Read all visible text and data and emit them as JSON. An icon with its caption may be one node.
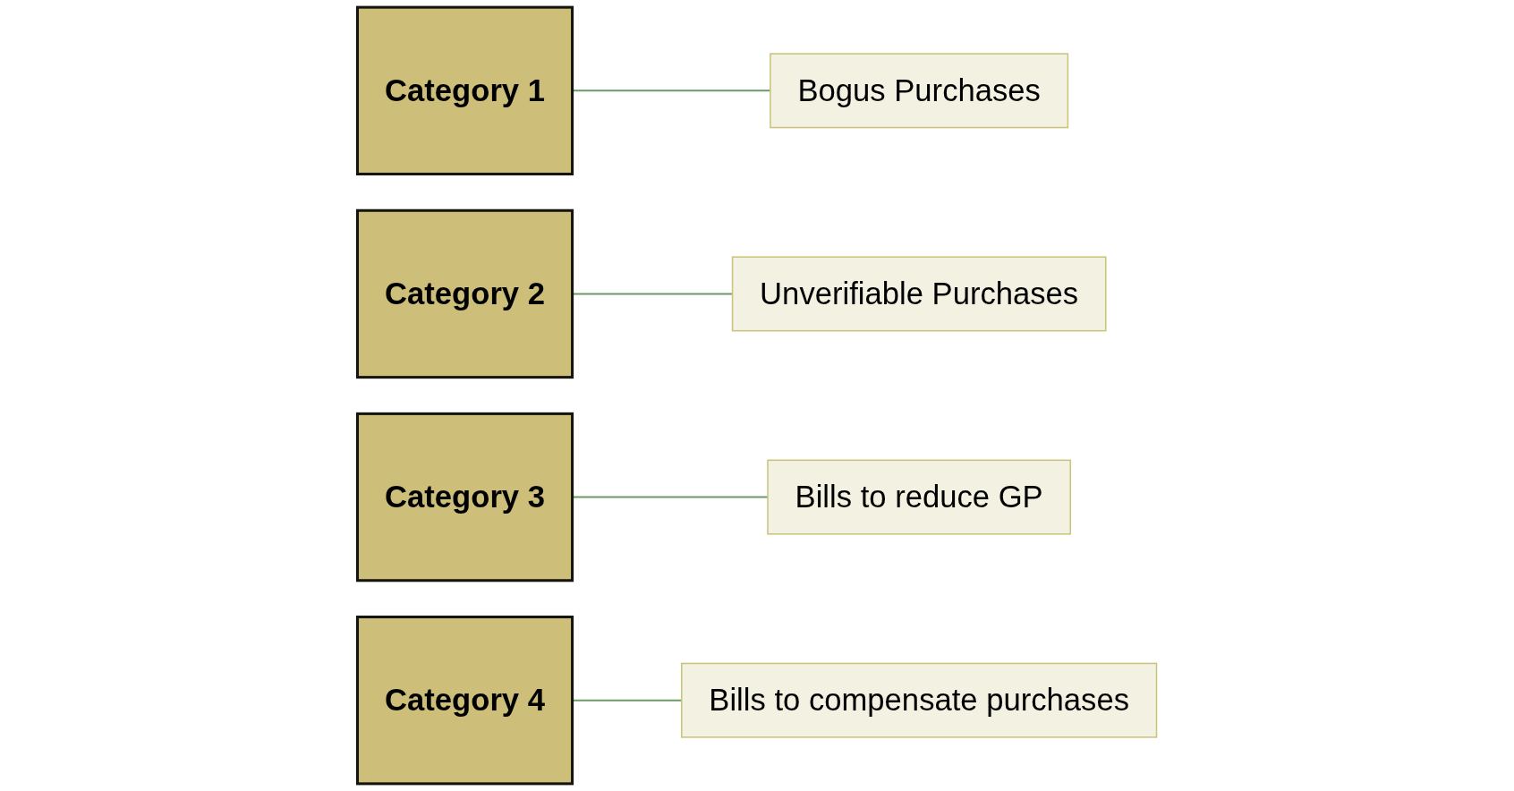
{
  "diagram": {
    "nodes": [
      {
        "text": [
          "Category 1"
        ]
      },
      {
        "text": [
          "Bogus Purchases"
        ]
      },
      {
        "text": [
          "Category 2"
        ]
      },
      {
        "text": [
          "Unverifiable Purchases"
        ]
      },
      {
        "text": [
          "Category 3"
        ]
      },
      {
        "text": [
          "Bills to reduce GP"
        ]
      },
      {
        "text": [
          "Category 4"
        ]
      },
      {
        "text": [
          "Bills to compensate purchases"
        ]
      }
    ],
    "edges": [
      {
        "from": 0,
        "to": 1,
        "arrow": "none"
      },
      {
        "from": 2,
        "to": 3,
        "arrow": "none"
      },
      {
        "from": 4,
        "to": 5,
        "arrow": "none"
      },
      {
        "from": 6,
        "to": 7,
        "arrow": "none"
      }
    ]
  }
}
